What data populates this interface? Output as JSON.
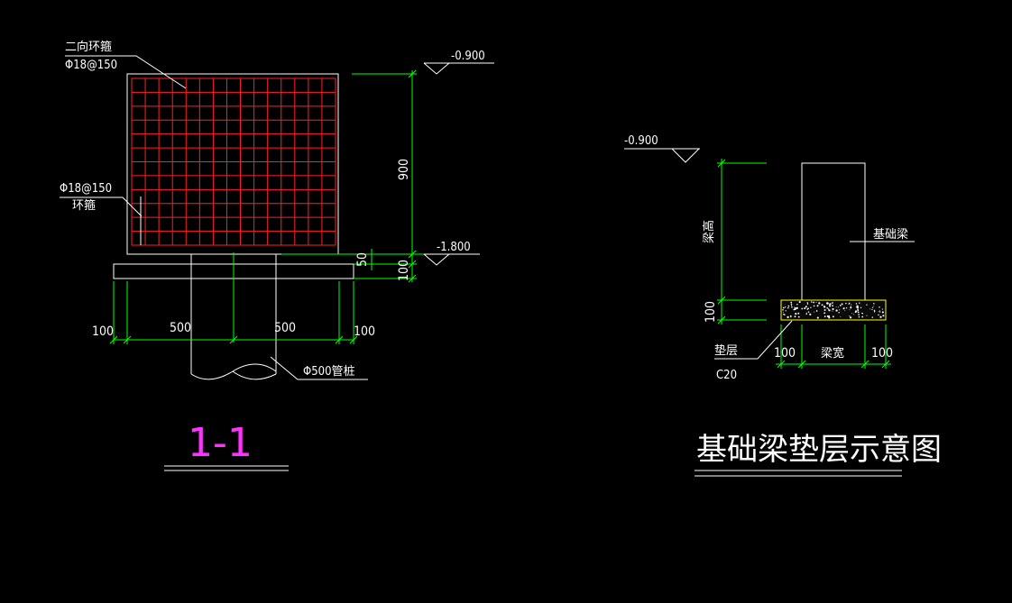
{
  "colors": {
    "background": "#000000",
    "outline": "#ffffff",
    "rebar": "#ff2020",
    "dimension": "#00ff00",
    "section_title": "#ff33ff",
    "cushion_edge": "#ffff00"
  },
  "section_1_1": {
    "title": "1-1",
    "top_rebar_label_1": "二向环箍",
    "top_rebar_label_2": "Φ18@150",
    "side_rebar_label_1": "Φ18@150",
    "side_rebar_label_2": "环箍",
    "elev_top": "-0.900",
    "elev_bottom": "-1.800",
    "dim_height": "900",
    "dim_50": "50",
    "dim_100_right": "100",
    "dim_left_100": "100",
    "dim_left_500": "500",
    "dim_right_500": "500",
    "dim_right_100": "100",
    "pile_label": "Φ500管桩"
  },
  "cushion_diagram": {
    "title": "基础梁垫层示意图",
    "elev": "-0.900",
    "beam_height_label": "梁高",
    "dim_100_vertical": "100",
    "beam_label": "基础梁",
    "cushion_label": "垫层",
    "concrete_label": "C20",
    "dim_left_100": "100",
    "beam_width_label": "梁宽",
    "dim_right_100": "100"
  }
}
